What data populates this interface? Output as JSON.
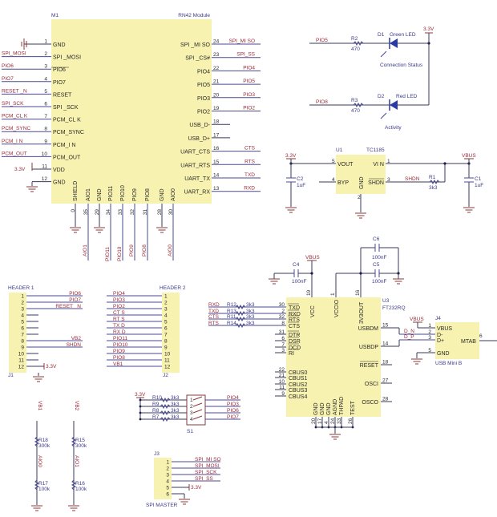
{
  "m1": {
    "ref": "M1",
    "name": "RN42 Module",
    "left_pins": [
      {
        "num": "1",
        "name": "GND",
        "net": ""
      },
      {
        "num": "2",
        "name": "SPI _MOSI",
        "net": "SPI_MOSI"
      },
      {
        "num": "3",
        "name": "PIO6",
        "net": "PIO6"
      },
      {
        "num": "4",
        "name": "PIO7",
        "net": "PIO7"
      },
      {
        "num": "5",
        "name": "RESET",
        "net": "RESET _N"
      },
      {
        "num": "6",
        "name": "SPI _SCK",
        "net": "SPI_SCK"
      },
      {
        "num": "7",
        "name": "PCM_CL K",
        "net": "PCM_CL K"
      },
      {
        "num": "8",
        "name": "PCM_SYNC",
        "net": "PCM_SYNC"
      },
      {
        "num": "9",
        "name": "PCM_I N",
        "net": "PCM_I N"
      },
      {
        "num": "10",
        "name": "PCM_OUT",
        "net": "PCM_OUT"
      },
      {
        "num": "11",
        "name": "VDD",
        "net": "3.3V"
      },
      {
        "num": "12",
        "name": "GND",
        "net": ""
      }
    ],
    "right_pins": [
      {
        "num": "24",
        "name": "SPI _MI SO",
        "net": "SPI_MI SO"
      },
      {
        "num": "23",
        "name": "SPI _CS#",
        "net": "SPI_SS"
      },
      {
        "num": "22",
        "name": "PIO4",
        "net": "PIO4"
      },
      {
        "num": "21",
        "name": "PIO5",
        "net": "PIO5"
      },
      {
        "num": "20",
        "name": "PIO3",
        "net": "PIO3"
      },
      {
        "num": "19",
        "name": "PIO2",
        "net": "PIO2"
      },
      {
        "num": "18",
        "name": "USB_D-",
        "net": ""
      },
      {
        "num": "17",
        "name": "USB_D+",
        "net": ""
      },
      {
        "num": "16",
        "name": "UART_CTS",
        "net": "CTS"
      },
      {
        "num": "15",
        "name": "UART_RTS",
        "net": "RTS"
      },
      {
        "num": "14",
        "name": "UART_TX",
        "net": "TXD"
      },
      {
        "num": "13",
        "name": "UART_RX",
        "net": "RXD"
      }
    ],
    "bottom_pins": [
      {
        "num": "0",
        "name": "SHIELD",
        "net": ""
      },
      {
        "num": "35",
        "name": "AIO1",
        "net": "AIO1"
      },
      {
        "num": "29",
        "name": "GND",
        "net": ""
      },
      {
        "num": "34",
        "name": "PIO11",
        "net": "PIO11"
      },
      {
        "num": "33",
        "name": "PIO10",
        "net": "PIO10"
      },
      {
        "num": "32",
        "name": "PIO9",
        "net": "PIO9"
      },
      {
        "num": "31",
        "name": "PIO8",
        "net": "PIO8"
      },
      {
        "num": "28",
        "name": "GND",
        "net": ""
      },
      {
        "num": "30",
        "name": "AIO0",
        "net": "AIO0"
      }
    ]
  },
  "leds": {
    "rail": "3.3V",
    "d1": {
      "net": "PIO5",
      "res": "R2",
      "val": "470",
      "ref": "D1",
      "name": "Green LED",
      "caption": "Connection Status"
    },
    "d2": {
      "net": "PIO8",
      "res": "R3",
      "val": "470",
      "ref": "D2",
      "name": "Red LED",
      "caption": "Activity"
    }
  },
  "u1": {
    "ref": "U1",
    "name": "TC1185",
    "pins": {
      "vout": "VOUT",
      "vin": "VI N",
      "byp": "BYP",
      "gnd": "GND",
      "shdn": "SHDN"
    },
    "nums": {
      "vout": "5",
      "vin": "1",
      "byp": "4",
      "gnd": "2",
      "shdn": "3"
    },
    "c2": {
      "ref": "C2",
      "val": "1uF"
    },
    "c1": {
      "ref": "C1",
      "val": "1uF"
    },
    "r1": {
      "ref": "R1",
      "val": "3k3"
    },
    "shdn_net": "SHDN",
    "left_rail": "3.3V",
    "right_rail": "VBUS"
  },
  "u3": {
    "ref": "U3",
    "name": "FT232RQ",
    "vbus": "VBUS",
    "c4": {
      "ref": "C4",
      "val": "100nF"
    },
    "c5": {
      "ref": "C5",
      "val": "100nF"
    },
    "c6": {
      "ref": "C6",
      "val": "100nF"
    },
    "top_pins": [
      {
        "num": "19",
        "name": "VCC"
      },
      {
        "num": "1",
        "name": "VCCIO"
      },
      {
        "num": "16",
        "name": "3V3OUT"
      }
    ],
    "left_pins": [
      {
        "num": "30",
        "name": "TXD",
        "net": "RXD",
        "res": "R12",
        "val": "3k3"
      },
      {
        "num": "2",
        "name": "RXD",
        "net": "TXD",
        "res": "R13",
        "val": "3k3"
      },
      {
        "num": "32",
        "name": "RTS",
        "net": "CTS",
        "res": "R11",
        "val": "3k3"
      },
      {
        "num": "8",
        "name": "CTS",
        "net": "RTS",
        "res": "R14",
        "val": "3k3"
      },
      {
        "num": "31",
        "name": "DTR"
      },
      {
        "num": "6",
        "name": "DSR"
      },
      {
        "num": "7",
        "name": "DCD"
      },
      {
        "num": "3",
        "name": "RI"
      },
      {
        "num": "22",
        "name": "CBUS0"
      },
      {
        "num": "21",
        "name": "CBUS1"
      },
      {
        "num": "10",
        "name": "CBUS2"
      },
      {
        "num": "11",
        "name": "CBUS3"
      },
      {
        "num": "9",
        "name": "CBUS4"
      }
    ],
    "right_pins": [
      {
        "num": "15",
        "name": "USBDM",
        "net": "D_N"
      },
      {
        "num": "14",
        "name": "USBDP",
        "net": "D_P"
      },
      {
        "num": "18",
        "name": "RESET"
      },
      {
        "num": "27",
        "name": "OSCI"
      },
      {
        "num": "28",
        "name": "OSCO"
      }
    ],
    "bottom_pins": [
      {
        "num": "20",
        "name": "GND"
      },
      {
        "num": "17",
        "name": "GND"
      },
      {
        "num": "4",
        "name": "GND"
      },
      {
        "num": "24",
        "name": "AGND"
      },
      {
        "num": "33",
        "name": "THPAD"
      },
      {
        "num": "26",
        "name": "TEST"
      }
    ]
  },
  "j4": {
    "ref": "J4",
    "name": "USB Mini B",
    "vbus": "VBUS",
    "pins": [
      {
        "num": "1",
        "name": "VBUS"
      },
      {
        "num": "2",
        "name": "D-"
      },
      {
        "num": "3",
        "name": "D+"
      },
      {
        "num": "5",
        "name": "GND"
      }
    ],
    "mtab": {
      "num": "6",
      "name": "MTAB"
    }
  },
  "j1": {
    "title": "HEADER 1",
    "ref": "J1",
    "pins": [
      {
        "num": "1",
        "net": "PIO6"
      },
      {
        "num": "2",
        "net": "PIO7"
      },
      {
        "num": "3",
        "net": "RESET _N"
      },
      {
        "num": "4",
        "net": ""
      },
      {
        "num": "5",
        "net": ""
      },
      {
        "num": "6",
        "net": ""
      },
      {
        "num": "7",
        "net": ""
      },
      {
        "num": "8",
        "net": "VB2"
      },
      {
        "num": "9",
        "net": "SHDN"
      },
      {
        "num": "10",
        "net": ""
      },
      {
        "num": "11",
        "net": "3.3V"
      },
      {
        "num": "12",
        "net": ""
      }
    ]
  },
  "j2": {
    "title": "HEADER 2",
    "ref": "J2",
    "pins": [
      {
        "num": "1",
        "net": "PIO4"
      },
      {
        "num": "2",
        "net": "PIO3"
      },
      {
        "num": "3",
        "net": "PIO2"
      },
      {
        "num": "4",
        "net": "CT S"
      },
      {
        "num": "5",
        "net": "RT S"
      },
      {
        "num": "6",
        "net": "TX D"
      },
      {
        "num": "7",
        "net": "RX D"
      },
      {
        "num": "8",
        "net": "PIO11"
      },
      {
        "num": "9",
        "net": "PIO10"
      },
      {
        "num": "10",
        "net": "PIO9"
      },
      {
        "num": "11",
        "net": "PIO8"
      },
      {
        "num": "12",
        "net": "VB1"
      }
    ]
  },
  "s1": {
    "ref": "S1",
    "rail": "3.3V",
    "rows": [
      {
        "res": "R10",
        "val": "3k3",
        "num": "1",
        "net": "PIO4"
      },
      {
        "res": "R9",
        "val": "3k3",
        "num": "2",
        "net": "PIO3"
      },
      {
        "res": "R8",
        "val": "3k3",
        "num": "3",
        "net": "PIO6"
      },
      {
        "res": "R7",
        "val": "3k3",
        "num": "4",
        "net": "PIO7"
      }
    ]
  },
  "dividers": [
    {
      "top": "VB1",
      "r_top": "R18",
      "v_top": "300k",
      "mid": "AIO0",
      "r_bot": "R17",
      "v_bot": "100k"
    },
    {
      "top": "VB2",
      "r_top": "R15",
      "v_top": "300k",
      "mid": "AIO1",
      "r_bot": "R16",
      "v_bot": "100k"
    }
  ],
  "j3": {
    "ref": "J3",
    "title": "SPI MASTER",
    "pins": [
      {
        "num": "1",
        "net": "SPI_MI SO"
      },
      {
        "num": "2",
        "net": "SPI_MOSI"
      },
      {
        "num": "3",
        "net": "SPI_SCK"
      },
      {
        "num": "4",
        "net": "SPI_SS"
      },
      {
        "num": "5",
        "net": "3.3V"
      },
      {
        "num": "6",
        "net": ""
      }
    ]
  }
}
